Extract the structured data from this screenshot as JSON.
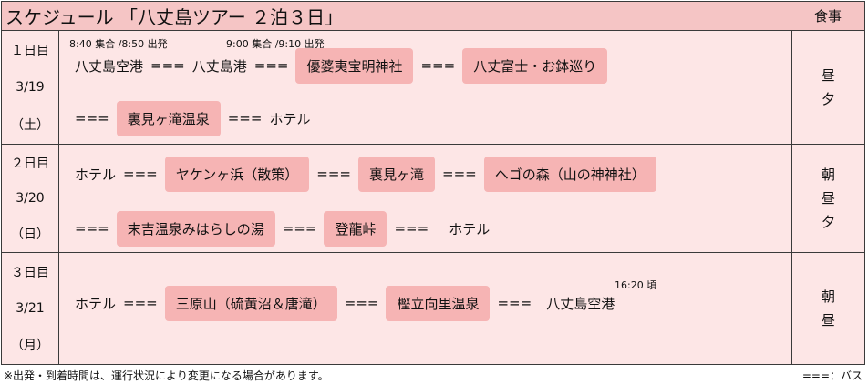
{
  "header": {
    "title": "スケジュール 「八丈島ツアー ２泊３日」",
    "meal_col": "食事"
  },
  "bus_symbol": "===",
  "days": [
    {
      "day": "１日目",
      "date": "3/19",
      "weekday": "（土）",
      "meals": [
        "昼",
        "夕"
      ],
      "notes": [
        "8:40 集合 /8:50 出発",
        "9:00 集合 /9:10 出発"
      ],
      "line1": [
        "八丈島空港",
        "八丈島港",
        "優婆夷宝明神社",
        "八丈富士・お鉢巡り"
      ],
      "line2": [
        "裏見ヶ滝温泉",
        "ホテル"
      ]
    },
    {
      "day": "２日目",
      "date": "3/20",
      "weekday": "（日）",
      "meals": [
        "朝",
        "昼",
        "夕"
      ],
      "line1": [
        "ホテル",
        "ヤケンヶ浜（散策）",
        "裏見ヶ滝",
        "ヘゴの森（山の神神社）"
      ],
      "line2": [
        "末吉温泉みはらしの湯",
        "登龍峠",
        "ホテル"
      ]
    },
    {
      "day": "３日目",
      "date": "3/21",
      "weekday": "（月）",
      "meals": [
        "朝",
        "昼"
      ],
      "time_note": "16:20 頃",
      "line1": [
        "ホテル",
        "三原山（硫黄沼＆唐滝）",
        "樫立向里温泉",
        "八丈島空港"
      ]
    }
  ],
  "footer": {
    "note": "※出発・到着時間は、運行状況により変更になる場合があります。",
    "legend": "===：バス"
  }
}
